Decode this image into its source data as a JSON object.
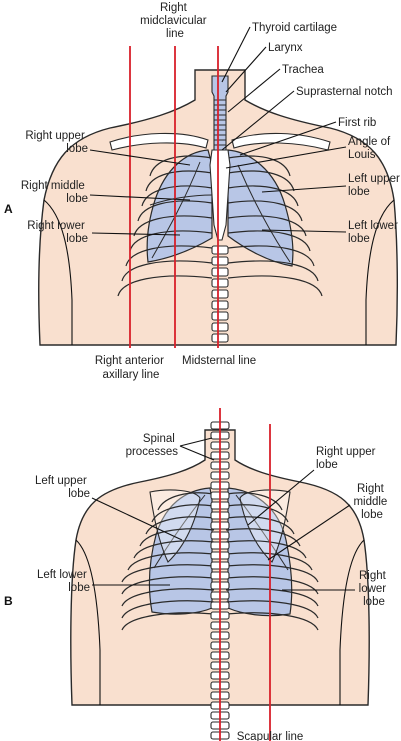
{
  "panels": {
    "a": {
      "letter": "A",
      "labels": {
        "right_midclavicular_line": [
          "Right",
          "midclavicular",
          "line"
        ],
        "thyroid_cartilage": "Thyroid cartilage",
        "larynx": "Larynx",
        "trachea": "Trachea",
        "suprasternal_notch": "Suprasternal notch",
        "first_rib": "First rib",
        "angle_of_louis": [
          "Angle of",
          "Louis"
        ],
        "right_upper_lobe": [
          "Right upper",
          "lobe"
        ],
        "right_middle_lobe": [
          "Right middle",
          "lobe"
        ],
        "right_lower_lobe": [
          "Right lower",
          "lobe"
        ],
        "left_upper_lobe": [
          "Left upper",
          "lobe"
        ],
        "left_lower_lobe": [
          "Left lower",
          "lobe"
        ],
        "right_anterior_axillary_line": [
          "Right anterior",
          "axillary line"
        ],
        "midsternal_line": "Midsternal line"
      }
    },
    "b": {
      "letter": "B",
      "labels": {
        "spinal_processes": [
          "Spinal",
          "processes"
        ],
        "left_upper_lobe": [
          "Left upper",
          "lobe"
        ],
        "left_lower_lobe": [
          "Left lower",
          "lobe"
        ],
        "right_upper_lobe": [
          "Right upper",
          "lobe"
        ],
        "right_middle_lobe": [
          "Right",
          "middle",
          "lobe"
        ],
        "right_lower_lobe": [
          "Right",
          "lower",
          "lobe"
        ],
        "scapular_line": "Scapular line"
      }
    }
  },
  "colors": {
    "reference_line": "#d8202a",
    "lung": "#b8c6e6",
    "skin": "#f9e0cf"
  }
}
